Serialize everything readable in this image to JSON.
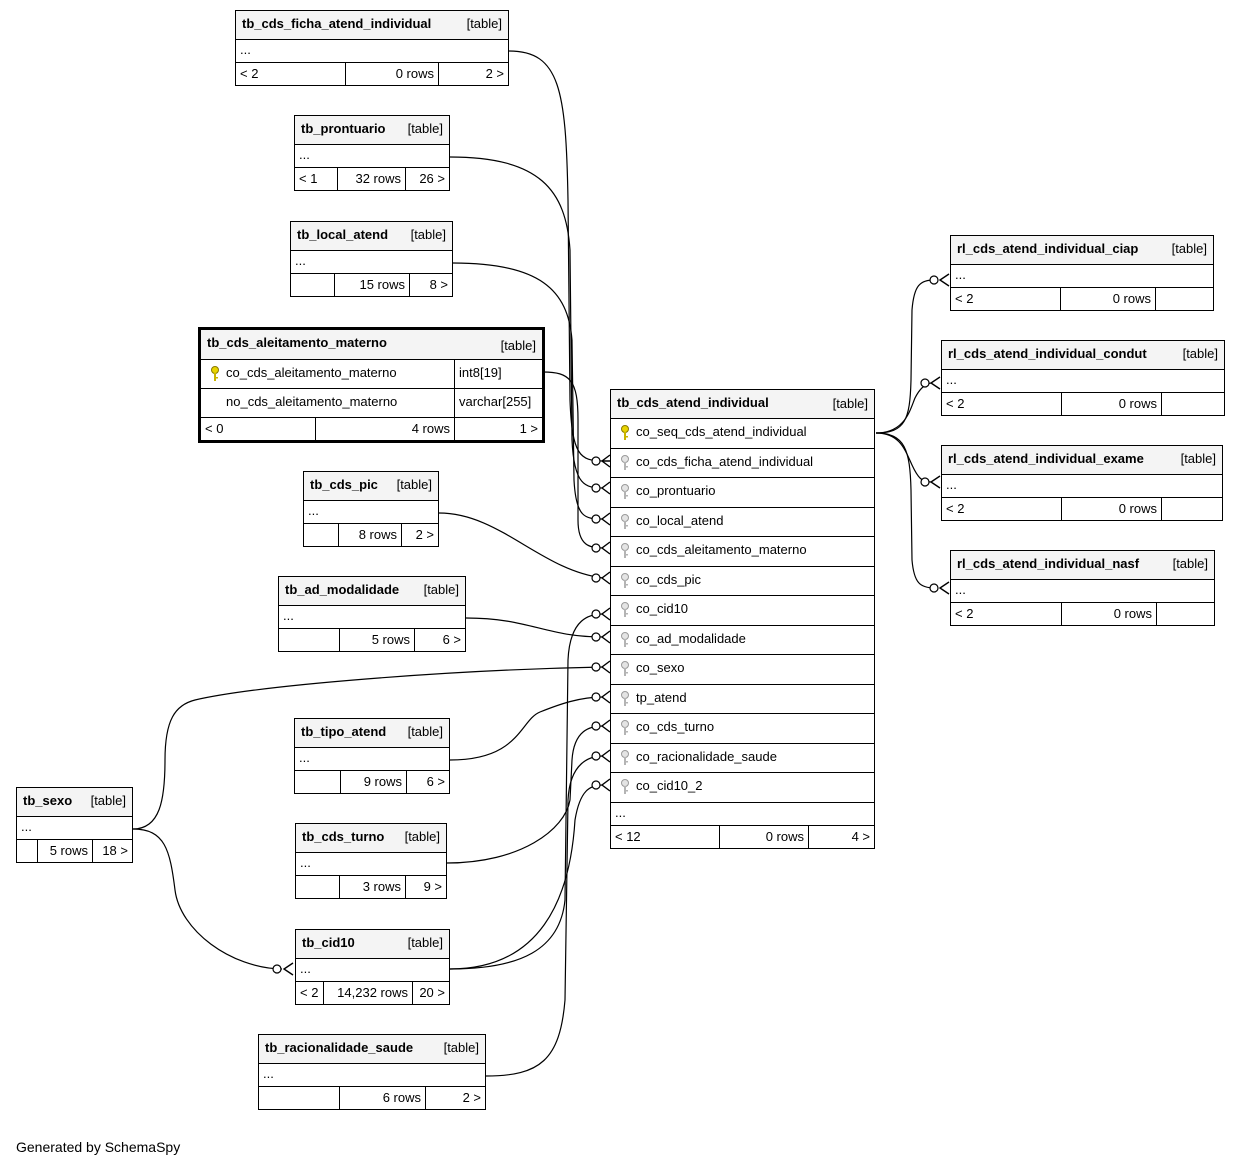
{
  "footer": "Generated by SchemaSpy",
  "ellipsis": "...",
  "type_label": "[table]",
  "tables": {
    "ficha": {
      "name": "tb_cds_ficha_atend_individual",
      "left": "< 2",
      "rows": "0 rows",
      "right": "2 >"
    },
    "prontuario": {
      "name": "tb_prontuario",
      "left": "< 1",
      "rows": "32 rows",
      "right": "26 >"
    },
    "local": {
      "name": "tb_local_atend",
      "left": "",
      "rows": "15 rows",
      "right": "8 >"
    },
    "aleit": {
      "name": "tb_cds_aleitamento_materno",
      "left": "< 0",
      "rows": "4 rows",
      "right": "1 >",
      "cols": [
        {
          "name": "co_cds_aleitamento_materno",
          "type": "int8[19]"
        },
        {
          "name": "no_cds_aleitamento_materno",
          "type": "varchar[255]"
        }
      ]
    },
    "pic": {
      "name": "tb_cds_pic",
      "left": "",
      "rows": "8 rows",
      "right": "2 >"
    },
    "admod": {
      "name": "tb_ad_modalidade",
      "left": "",
      "rows": "5 rows",
      "right": "6 >"
    },
    "tipo": {
      "name": "tb_tipo_atend",
      "left": "",
      "rows": "9 rows",
      "right": "6 >"
    },
    "sexo": {
      "name": "tb_sexo",
      "left": "",
      "rows": "5 rows",
      "right": "18 >"
    },
    "turno": {
      "name": "tb_cds_turno",
      "left": "",
      "rows": "3 rows",
      "right": "9 >"
    },
    "cid10": {
      "name": "tb_cid10",
      "left": "< 2",
      "rows": "14,232 rows",
      "right": "20 >"
    },
    "racio": {
      "name": "tb_racionalidade_saude",
      "left": "",
      "rows": "6 rows",
      "right": "2 >"
    },
    "main": {
      "name": "tb_cds_atend_individual",
      "left": "< 12",
      "rows": "0 rows",
      "right": "4 >",
      "cols": [
        "co_seq_cds_atend_individual",
        "co_cds_ficha_atend_individual",
        "co_prontuario",
        "co_local_atend",
        "co_cds_aleitamento_materno",
        "co_cds_pic",
        "co_cid10",
        "co_ad_modalidade",
        "co_sexo",
        "tp_atend",
        "co_cds_turno",
        "co_racionalidade_saude",
        "co_cid10_2"
      ]
    },
    "ciap": {
      "name": "rl_cds_atend_individual_ciap",
      "left": "< 2",
      "rows": "0 rows",
      "right": ""
    },
    "condut": {
      "name": "rl_cds_atend_individual_condut",
      "left": "< 2",
      "rows": "0 rows",
      "right": ""
    },
    "exame": {
      "name": "rl_cds_atend_individual_exame",
      "left": "< 2",
      "rows": "0 rows",
      "right": ""
    },
    "nasf": {
      "name": "rl_cds_atend_individual_nasf",
      "left": "< 2",
      "rows": "0 rows",
      "right": ""
    }
  }
}
